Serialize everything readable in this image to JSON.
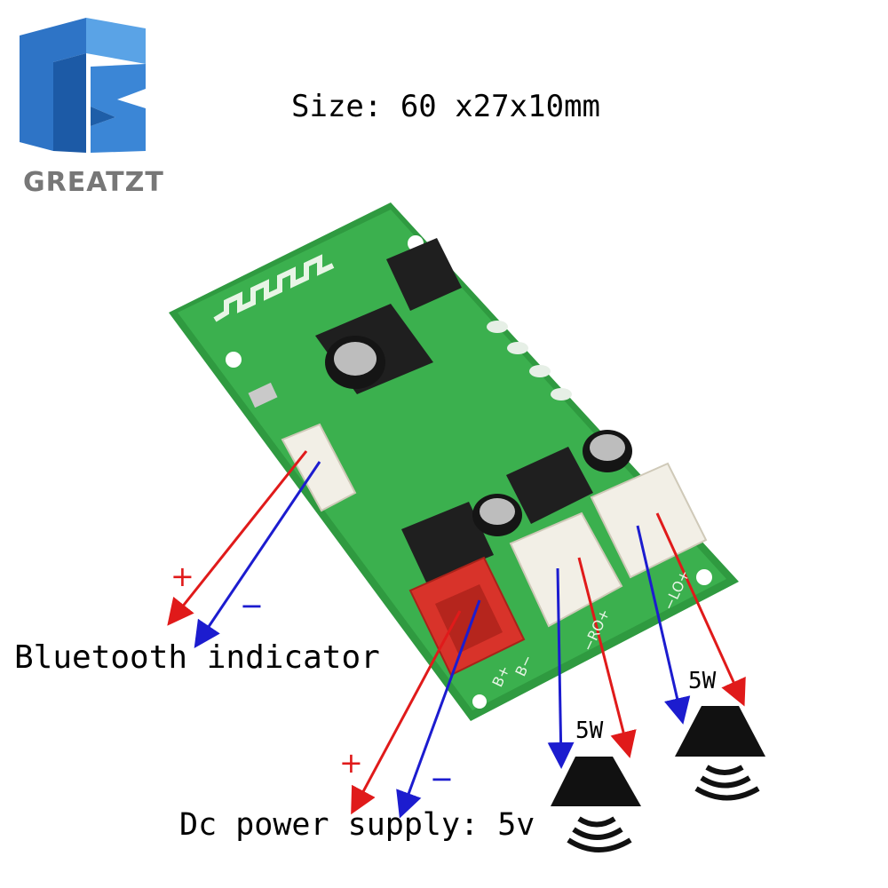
{
  "logo": {
    "brand_text": "GREATZT",
    "icon": "tz-cube-logo"
  },
  "size_label": "Size: 60 x27x10mm",
  "bluetooth": {
    "label": "Bluetooth indicator",
    "plus": "+",
    "minus": "−"
  },
  "power": {
    "label": "Dc power supply: 5v",
    "plus": "+",
    "minus": "−"
  },
  "speakers": [
    {
      "watt": "5W"
    },
    {
      "watt": "5W"
    }
  ],
  "board": {
    "silkscreen": [
      "B+",
      "B−",
      "−RO+",
      "−LO+"
    ],
    "colors": {
      "pcb": "#33a545",
      "connector_white": "#f2efe6",
      "connector_red": "#d8332a"
    }
  },
  "colors": {
    "arrow_red": "#e01a1a",
    "arrow_blue": "#1c1ccf",
    "text": "#000000"
  }
}
